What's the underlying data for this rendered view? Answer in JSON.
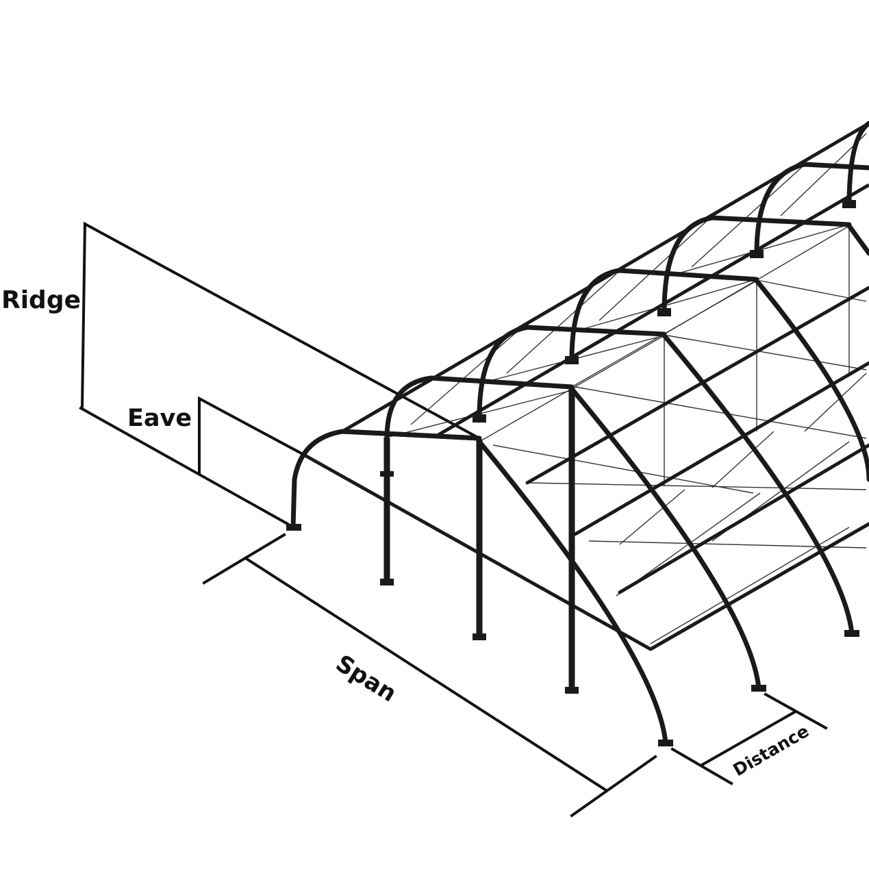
{
  "labels": {
    "ridge": "Ridge",
    "eave": "Eave",
    "span": "Span",
    "distance": "Distance"
  },
  "colors": {
    "line": "#1a1a1a",
    "background": "#ffffff"
  }
}
